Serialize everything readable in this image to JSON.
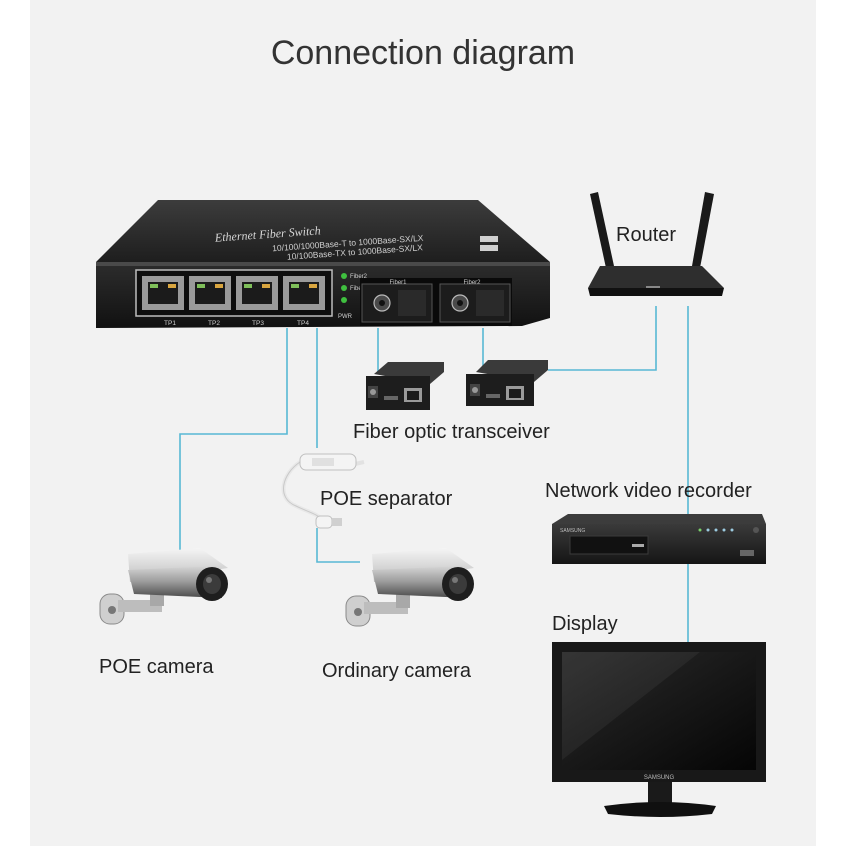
{
  "title": "Connection diagram",
  "labels": {
    "router": "Router",
    "transceiver": "Fiber optic transceiver",
    "nvr": "Network video recorder",
    "poe_separator": "POE separator",
    "display": "Display",
    "poe_camera": "POE camera",
    "ordinary_camera": "Ordinary camera"
  },
  "switch": {
    "top_line1": "Ethernet Fiber Switch",
    "top_line2": "10/100/1000Base-T to 1000Base-SX/LX",
    "top_line3": "10/100Base-TX to 1000Base-SX/LX",
    "ports": [
      "TP1",
      "TP2",
      "TP3",
      "TP4"
    ],
    "fiber_ports": [
      "Fiber1",
      "Fiber2"
    ],
    "leds": [
      "Fiber2",
      "Fiber1",
      "PWR"
    ]
  },
  "brand": {
    "nvr": "SAMSUNG",
    "monitor": "SAMSUNG"
  },
  "colors": {
    "line": "#58b8d4",
    "device_dark": "#2a2a2a",
    "background": "#f2f2f2"
  }
}
